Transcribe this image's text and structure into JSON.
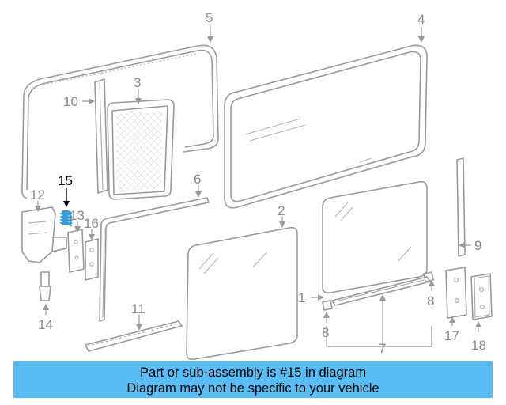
{
  "diagram": {
    "callouts": [
      {
        "id": "1",
        "label": "1"
      },
      {
        "id": "2",
        "label": "2"
      },
      {
        "id": "3",
        "label": "3"
      },
      {
        "id": "4",
        "label": "4"
      },
      {
        "id": "5",
        "label": "5"
      },
      {
        "id": "6",
        "label": "6"
      },
      {
        "id": "7",
        "label": "7"
      },
      {
        "id": "8a",
        "label": "8"
      },
      {
        "id": "8b",
        "label": "8"
      },
      {
        "id": "9",
        "label": "9"
      },
      {
        "id": "10",
        "label": "10"
      },
      {
        "id": "11",
        "label": "11"
      },
      {
        "id": "12",
        "label": "12"
      },
      {
        "id": "13",
        "label": "13"
      },
      {
        "id": "14",
        "label": "14"
      },
      {
        "id": "15",
        "label": "15",
        "highlighted": true
      },
      {
        "id": "16",
        "label": "16"
      },
      {
        "id": "17",
        "label": "17"
      },
      {
        "id": "18",
        "label": "18"
      }
    ],
    "highlight_color": "#3a9ad9"
  },
  "banner": {
    "line1": "Part or sub-assembly is #15 in diagram",
    "line2": "Diagram may not be specific to your vehicle",
    "background": "#59bdf5"
  }
}
